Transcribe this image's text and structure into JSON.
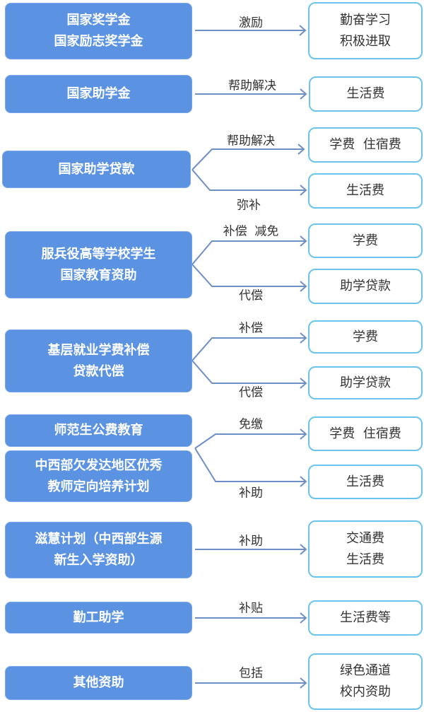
{
  "colors": {
    "source_fill": "#5b93e2",
    "target_border": "#6cc3ec",
    "connector": "#6d8fc6"
  },
  "rows": [
    {
      "sources": [
        [
          "国家奖学金",
          "国家励志奖学金"
        ]
      ],
      "labels": [
        "激励"
      ],
      "targets": [
        [
          "勤奋学习",
          "积极进取"
        ]
      ]
    },
    {
      "sources": [
        [
          "国家助学金"
        ]
      ],
      "labels": [
        "帮助解决"
      ],
      "targets": [
        [
          "生活费"
        ]
      ]
    },
    {
      "sources": [
        [
          "国家助学贷款"
        ]
      ],
      "labels": [
        "帮助解决",
        "弥补"
      ],
      "targets": [
        [
          "学费  住宿费"
        ],
        [
          "生活费"
        ]
      ]
    },
    {
      "sources": [
        [
          "服兵役高等学校学生",
          "国家教育资助"
        ]
      ],
      "labels": [
        "补偿  减免",
        "代偿"
      ],
      "targets": [
        [
          "学费"
        ],
        [
          "助学贷款"
        ]
      ]
    },
    {
      "sources": [
        [
          "基层就业学费补偿",
          "贷款代偿"
        ]
      ],
      "labels": [
        "补偿",
        "代偿"
      ],
      "targets": [
        [
          "学费"
        ],
        [
          "助学贷款"
        ]
      ]
    },
    {
      "sources": [
        [
          "师范生公费教育"
        ],
        [
          "中西部欠发达地区优秀",
          "教师定向培养计划"
        ]
      ],
      "labels": [
        "免缴",
        "补助"
      ],
      "targets": [
        [
          "学费  住宿费"
        ],
        [
          "生活费"
        ]
      ]
    },
    {
      "sources": [
        [
          "滋慧计划（中西部生源",
          "新生入学资助）"
        ]
      ],
      "labels": [
        "补助"
      ],
      "targets": [
        [
          "交通费",
          "生活费"
        ]
      ]
    },
    {
      "sources": [
        [
          "勤工助学"
        ]
      ],
      "labels": [
        "补贴"
      ],
      "targets": [
        [
          "生活费等"
        ]
      ]
    },
    {
      "sources": [
        [
          "其他资助"
        ]
      ],
      "labels": [
        "包括"
      ],
      "targets": [
        [
          "绿色通道",
          "校内资助"
        ]
      ]
    }
  ]
}
